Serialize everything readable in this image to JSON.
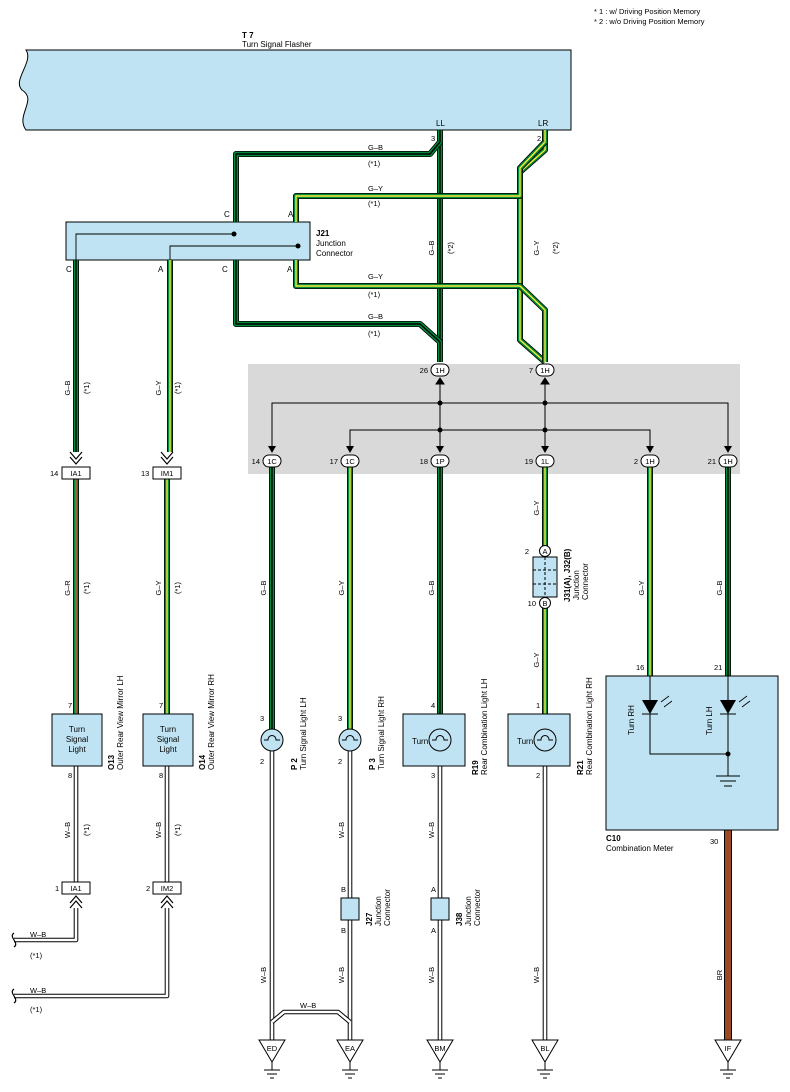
{
  "notes": [
    "* 1 : w/ Driving Position Memory",
    "* 2 : w/o Driving Position Memory"
  ],
  "colors": {
    "box_fill": "#bfe3f2",
    "band_fill": "#d9d9d9",
    "wire_green": "#008a3c",
    "wire_yellow": "#ffeb3b",
    "wire_red": "#e0503a",
    "wire_brown": "#9c4a24"
  },
  "components": {
    "t7": {
      "code": "T 7",
      "name": "Turn Signal Flasher",
      "pin_ll": "LL",
      "pin_lr": "LR",
      "pin_3": "3",
      "pin_2": "2"
    },
    "j21": {
      "code": "J21",
      "name1": "Junction",
      "name2": "Connector",
      "pin_c_top": "C",
      "pin_a_top": "A",
      "pin_c_left": "C",
      "pin_a_mid": "A",
      "pin_c_mid": "C",
      "pin_a_right": "A"
    },
    "o13": {
      "code": "O13",
      "name": "Outer Rear View Mirror LH",
      "label1": "Turn",
      "label2": "Signal",
      "label3": "Light",
      "pin_top": "7",
      "pin_bottom": "8"
    },
    "o14": {
      "code": "O14",
      "name": "Outer Rear View Mirror RH",
      "label1": "Turn",
      "label2": "Signal",
      "label3": "Light",
      "pin_top": "7",
      "pin_bottom": "8"
    },
    "p2": {
      "code": "P 2",
      "name": "Turn Signal Light LH",
      "pin_top": "3",
      "pin_bottom": "2"
    },
    "p3": {
      "code": "P 3",
      "name": "Turn Signal Light RH",
      "pin_top": "3",
      "pin_bottom": "2"
    },
    "r19": {
      "code": "R19",
      "name": "Rear Combination Light LH",
      "label": "Turn",
      "pin_top": "4",
      "pin_bottom": "3"
    },
    "r21": {
      "code": "R21",
      "name": "Rear Combination Light RH",
      "label": "Turn",
      "pin_top": "1",
      "pin_bottom": "2"
    },
    "c10": {
      "code": "C10",
      "name": "Combination Meter",
      "turn_rh": "Turn RH",
      "turn_lh": "Turn LH",
      "pin_16": "16",
      "pin_21": "21",
      "pin_30": "30"
    },
    "j27": {
      "code": "J27",
      "name1": "Junction",
      "name2": "Connector",
      "pin_top": "B",
      "pin_bottom": "B"
    },
    "j38": {
      "code": "J38",
      "name1": "Junction",
      "name2": "Connector",
      "pin_top": "A",
      "pin_bottom": "A"
    },
    "j31": {
      "code": "J31(A), J32(B)",
      "name1": "Junction",
      "name2": "Connector",
      "pin_a": "A",
      "pin_b": "B",
      "num_a": "2",
      "num_b": "10"
    }
  },
  "connectors": {
    "h26": {
      "pin": "26",
      "label": "1H"
    },
    "h7": {
      "pin": "7",
      "label": "1H"
    },
    "c14": {
      "pin": "14",
      "label": "1C"
    },
    "c17": {
      "pin": "17",
      "label": "1C"
    },
    "p18": {
      "pin": "18",
      "label": "1P"
    },
    "l19": {
      "pin": "19",
      "label": "1L"
    },
    "h2": {
      "pin": "2",
      "label": "1H"
    },
    "h21": {
      "pin": "21",
      "label": "1H"
    },
    "ia1_top": {
      "pin": "14",
      "label": "IA1"
    },
    "im1": {
      "pin": "13",
      "label": "IM1"
    },
    "ia1_bottom": {
      "pin": "1",
      "label": "IA1"
    },
    "im2": {
      "pin": "2",
      "label": "IM2"
    }
  },
  "wires": {
    "gb": "G–B",
    "gy": "G–Y",
    "gr": "G–R",
    "wb": "W–B",
    "br": "BR",
    "n1": "(*1)",
    "n2": "(*2)"
  },
  "grounds": [
    "ED",
    "EA",
    "BM",
    "BL",
    "IF"
  ]
}
